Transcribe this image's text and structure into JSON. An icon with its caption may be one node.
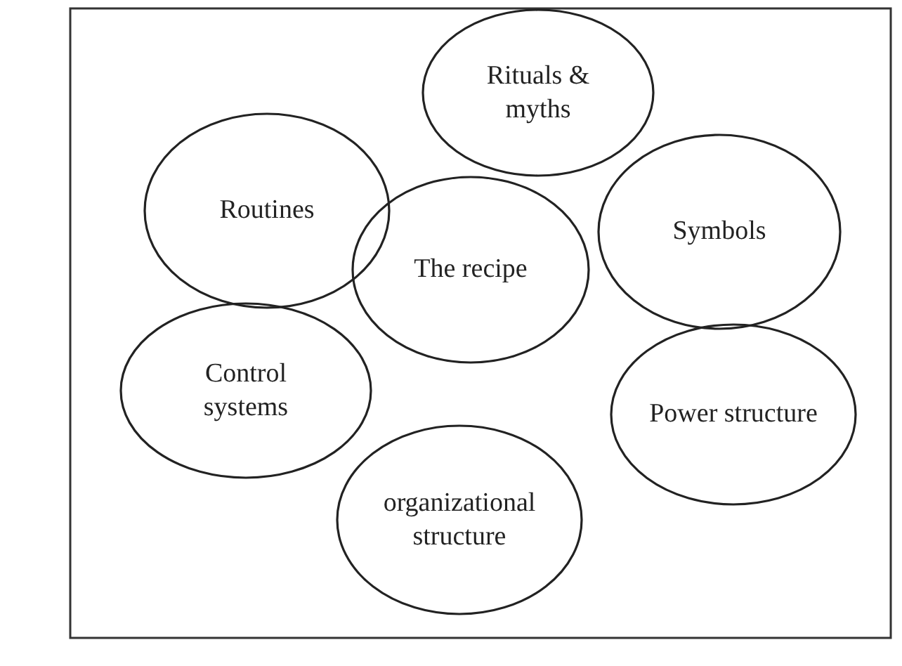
{
  "diagram": {
    "nodes": [
      {
        "text": [
          "Rituals & myths"
        ]
      },
      {
        "text": [
          "Routines"
        ]
      },
      {
        "text": [
          "Symbols"
        ]
      },
      {
        "text": [
          "The recipe"
        ]
      },
      {
        "text": [
          "Control systems"
        ]
      },
      {
        "text": [
          "Power structure"
        ]
      },
      {
        "text": [
          "organizational structure"
        ]
      }
    ],
    "edges": []
  }
}
